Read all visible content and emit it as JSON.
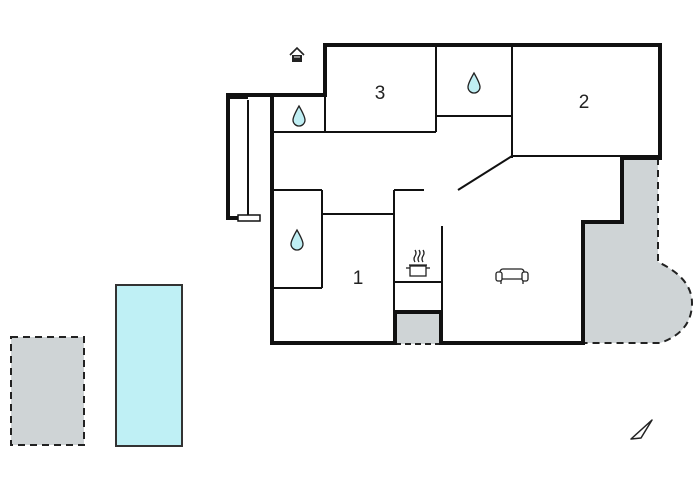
{
  "floorplan": {
    "rooms": [
      {
        "id": "room-1",
        "label": "1"
      },
      {
        "id": "room-2",
        "label": "2"
      },
      {
        "id": "room-3",
        "label": "3"
      }
    ],
    "icons": [
      "house-entrance-icon",
      "water-drop-icon",
      "cooking-pot-icon",
      "sofa-icon",
      "north-arrow-icon"
    ],
    "colors": {
      "wall": "#111111",
      "terrace": "#cfd4d6",
      "pool": "#bff0f5",
      "pool_stroke": "#333333",
      "drop_fill": "#bfeef3"
    }
  }
}
